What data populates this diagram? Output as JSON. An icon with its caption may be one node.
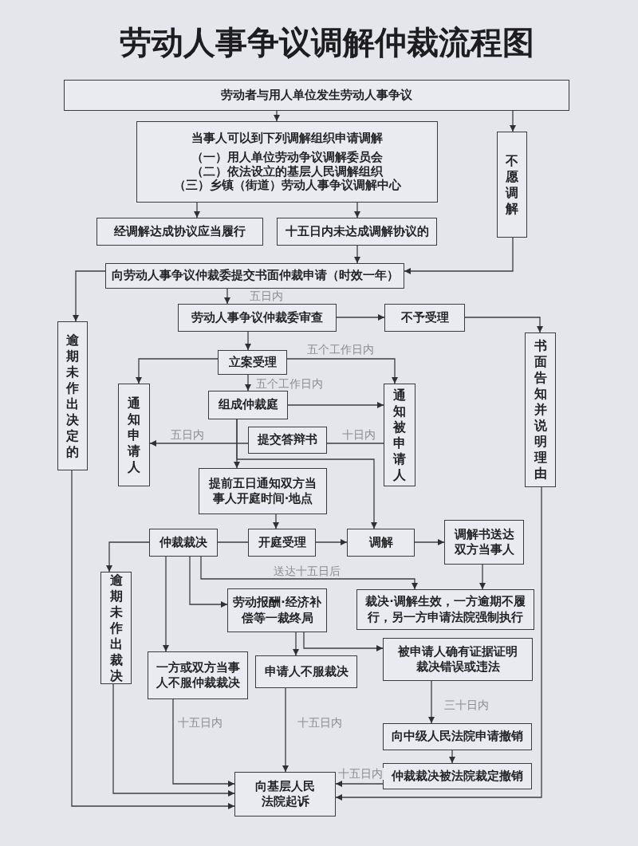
{
  "diagram": {
    "title": "劳动人事争议调解仲裁流程图",
    "nodes": [
      {
        "text": [
          "劳动者与用人单位发生劳动人事争议"
        ]
      },
      {
        "text": [
          "当事人可以到下列调解组织申请调解",
          "（一）用人单位劳动争议调解委员会",
          "（二）依法设立的基层人民调解组织",
          "（三）乡镇（街道）劳动人事争议调解中心"
        ]
      },
      {
        "text": [
          "不愿调解"
        ]
      },
      {
        "text": [
          "经调解达成协议应当履行"
        ]
      },
      {
        "text": [
          "十五日内未达成调解协议的"
        ]
      },
      {
        "text": [
          "向劳动人事争议仲裁委提交书面仲裁申请（时效一年）"
        ]
      },
      {
        "text": [
          "劳动人事争议仲裁委审查"
        ]
      },
      {
        "text": [
          "不予受理"
        ]
      },
      {
        "text": [
          "逾期未作出决定的"
        ]
      },
      {
        "text": [
          "书面告知并说明理由"
        ]
      },
      {
        "text": [
          "立案受理"
        ]
      },
      {
        "text": [
          "通知申请人"
        ]
      },
      {
        "text": [
          "通知被申请人"
        ]
      },
      {
        "text": [
          "组成仲裁庭"
        ]
      },
      {
        "text": [
          "提交答辩书"
        ]
      },
      {
        "text": [
          "提前五日通知双方当事人开庭时间·地点"
        ]
      },
      {
        "text": [
          "仲裁裁决"
        ]
      },
      {
        "text": [
          "开庭受理"
        ]
      },
      {
        "text": [
          "调解"
        ]
      },
      {
        "text": [
          "调解书送达双方当事人"
        ]
      },
      {
        "text": [
          "逾期未作出裁决"
        ]
      },
      {
        "text": [
          "劳动报酬·经济补偿等一裁终局"
        ]
      },
      {
        "text": [
          "裁决·调解生效，一方逾期不履行，另一方申请法院强制执行"
        ]
      },
      {
        "text": [
          "一方或双方当事人不服仲裁裁决"
        ]
      },
      {
        "text": [
          "申请人不服裁决"
        ]
      },
      {
        "text": [
          "被申请人确有证据证明裁决错误或违法"
        ]
      },
      {
        "text": [
          "向中级人民法院申请撤销"
        ]
      },
      {
        "text": [
          "仲裁裁决被法院裁定撤销"
        ]
      },
      {
        "text": [
          "向基层人民法院起诉"
        ]
      }
    ],
    "edges": [
      {
        "from": 0,
        "to": 1,
        "arrow": "to"
      },
      {
        "from": 0,
        "to": 2,
        "arrow": "to"
      },
      {
        "from": 1,
        "to": 3,
        "arrow": "to"
      },
      {
        "from": 1,
        "to": 4,
        "arrow": "to"
      },
      {
        "from": 4,
        "to": 5,
        "arrow": "to"
      },
      {
        "from": 2,
        "to": 5,
        "arrow": "to"
      },
      {
        "from": 5,
        "to": 6,
        "arrow": "to",
        "label": "五日内"
      },
      {
        "from": 5,
        "to": 8,
        "arrow": "to"
      },
      {
        "from": 6,
        "to": 7,
        "arrow": "to"
      },
      {
        "from": 7,
        "to": 9,
        "arrow": "to"
      },
      {
        "from": 6,
        "to": 10,
        "arrow": "to"
      },
      {
        "from": 10,
        "to": 11,
        "arrow": "to"
      },
      {
        "from": 10,
        "to": 12,
        "arrow": "to",
        "label": "五个工作日内"
      },
      {
        "from": 10,
        "to": 13,
        "arrow": "to",
        "label": "五个工作日内"
      },
      {
        "from": 13,
        "to": 12,
        "arrow": "to"
      },
      {
        "from": 14,
        "to": 11,
        "arrow": "to",
        "label": "五日内"
      },
      {
        "from": 12,
        "to": 14,
        "arrow": "none",
        "label": "十日内"
      },
      {
        "from": 13,
        "to": 15,
        "arrow": "to"
      },
      {
        "from": 13,
        "to": 18,
        "arrow": "to"
      },
      {
        "from": 15,
        "to": 17,
        "arrow": "to"
      },
      {
        "from": 17,
        "to": 16,
        "arrow": "none"
      },
      {
        "from": 17,
        "to": 18,
        "arrow": "to"
      },
      {
        "from": 18,
        "to": 19,
        "arrow": "to"
      },
      {
        "from": 19,
        "to": 22,
        "arrow": "to"
      },
      {
        "from": 16,
        "to": 22,
        "arrow": "to",
        "label": "送达十五日后"
      },
      {
        "from": 16,
        "to": 20,
        "arrow": "to"
      },
      {
        "from": 16,
        "to": 21,
        "arrow": "to"
      },
      {
        "from": 16,
        "to": 23,
        "arrow": "to"
      },
      {
        "from": 21,
        "to": 24,
        "arrow": "to"
      },
      {
        "from": 21,
        "to": 25,
        "arrow": "to"
      },
      {
        "from": 25,
        "to": 26,
        "arrow": "to",
        "label": "三十日内"
      },
      {
        "from": 26,
        "to": 27,
        "arrow": "to"
      },
      {
        "from": 27,
        "to": 28,
        "arrow": "to",
        "label": "十五日内"
      },
      {
        "from": 9,
        "to": 28,
        "arrow": "to"
      },
      {
        "from": 23,
        "to": 28,
        "arrow": "to",
        "label": "十五日内"
      },
      {
        "from": 20,
        "to": 28,
        "arrow": "to"
      },
      {
        "from": 8,
        "to": 28,
        "arrow": "to"
      },
      {
        "from": 24,
        "to": 28,
        "arrow": "to",
        "label": "十五日内"
      }
    ]
  }
}
